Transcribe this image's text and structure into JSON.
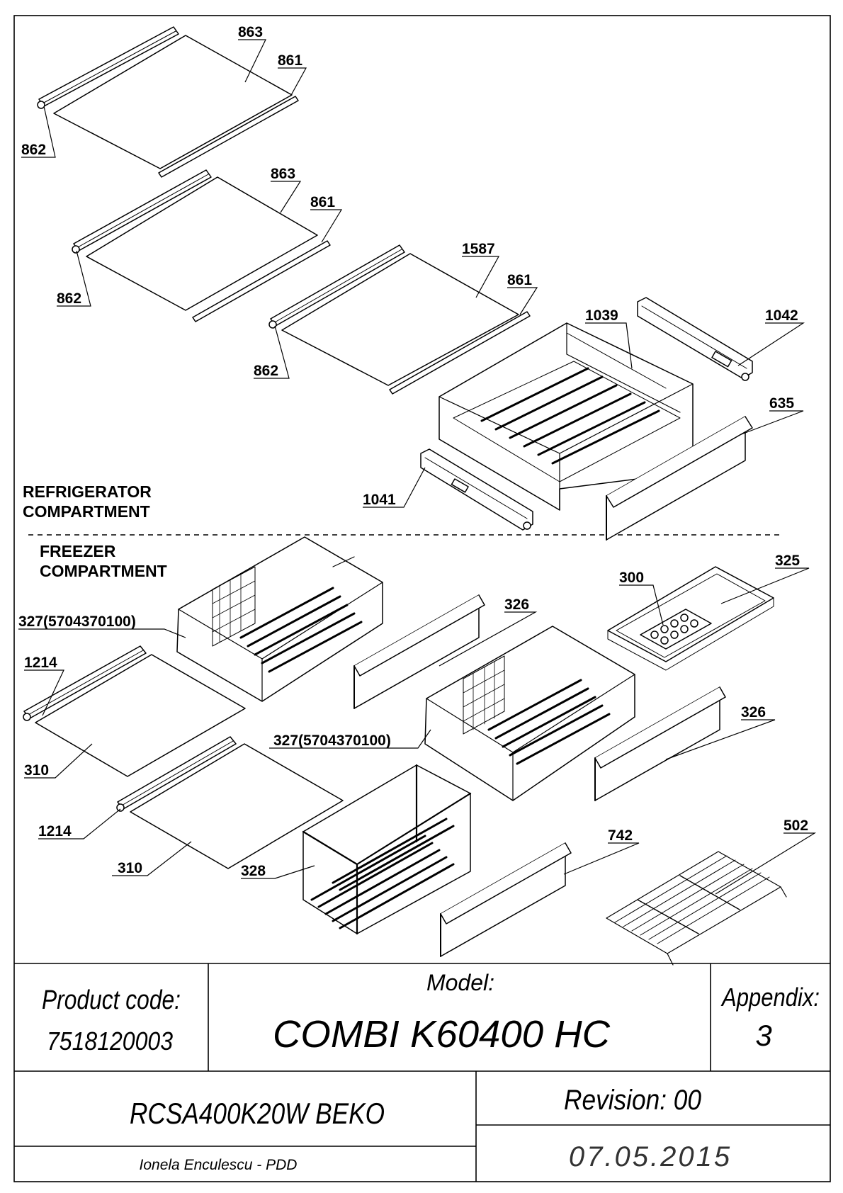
{
  "sections": {
    "refrigerator_line1": "REFRIGERATOR",
    "refrigerator_line2": "COMPARTMENT",
    "freezer_line1": "FREEZER",
    "freezer_line2": "COMPARTMENT"
  },
  "callouts": {
    "c863a": "863",
    "c861a": "861",
    "c862a": "862",
    "c863b": "863",
    "c861b": "861",
    "c862b": "862",
    "c1587": "1587",
    "c861c": "861",
    "c862c": "862",
    "c1039": "1039",
    "c1042": "1042",
    "c635": "635",
    "c1041": "1041",
    "c325": "325",
    "c300": "300",
    "c327a": "327(5704370100)",
    "c326a": "326",
    "c1214a": "1214",
    "c310a": "310",
    "c327b": "327(5704370100)",
    "c326b": "326",
    "c1214b": "1214",
    "c310b": "310",
    "c328": "328",
    "c742": "742",
    "c502": "502"
  },
  "title_block": {
    "product_code_label": "Product code:",
    "product_code_value": "7518120003",
    "model_label": "Model:",
    "model_value": "COMBI K60400 HC",
    "appendix_label": "Appendix:",
    "appendix_value": "3",
    "product_name": "RCSA400K20W BEKO",
    "revision": "Revision: 00",
    "author": "Ionela Enculescu - PDD",
    "date": "07.05.2015"
  }
}
